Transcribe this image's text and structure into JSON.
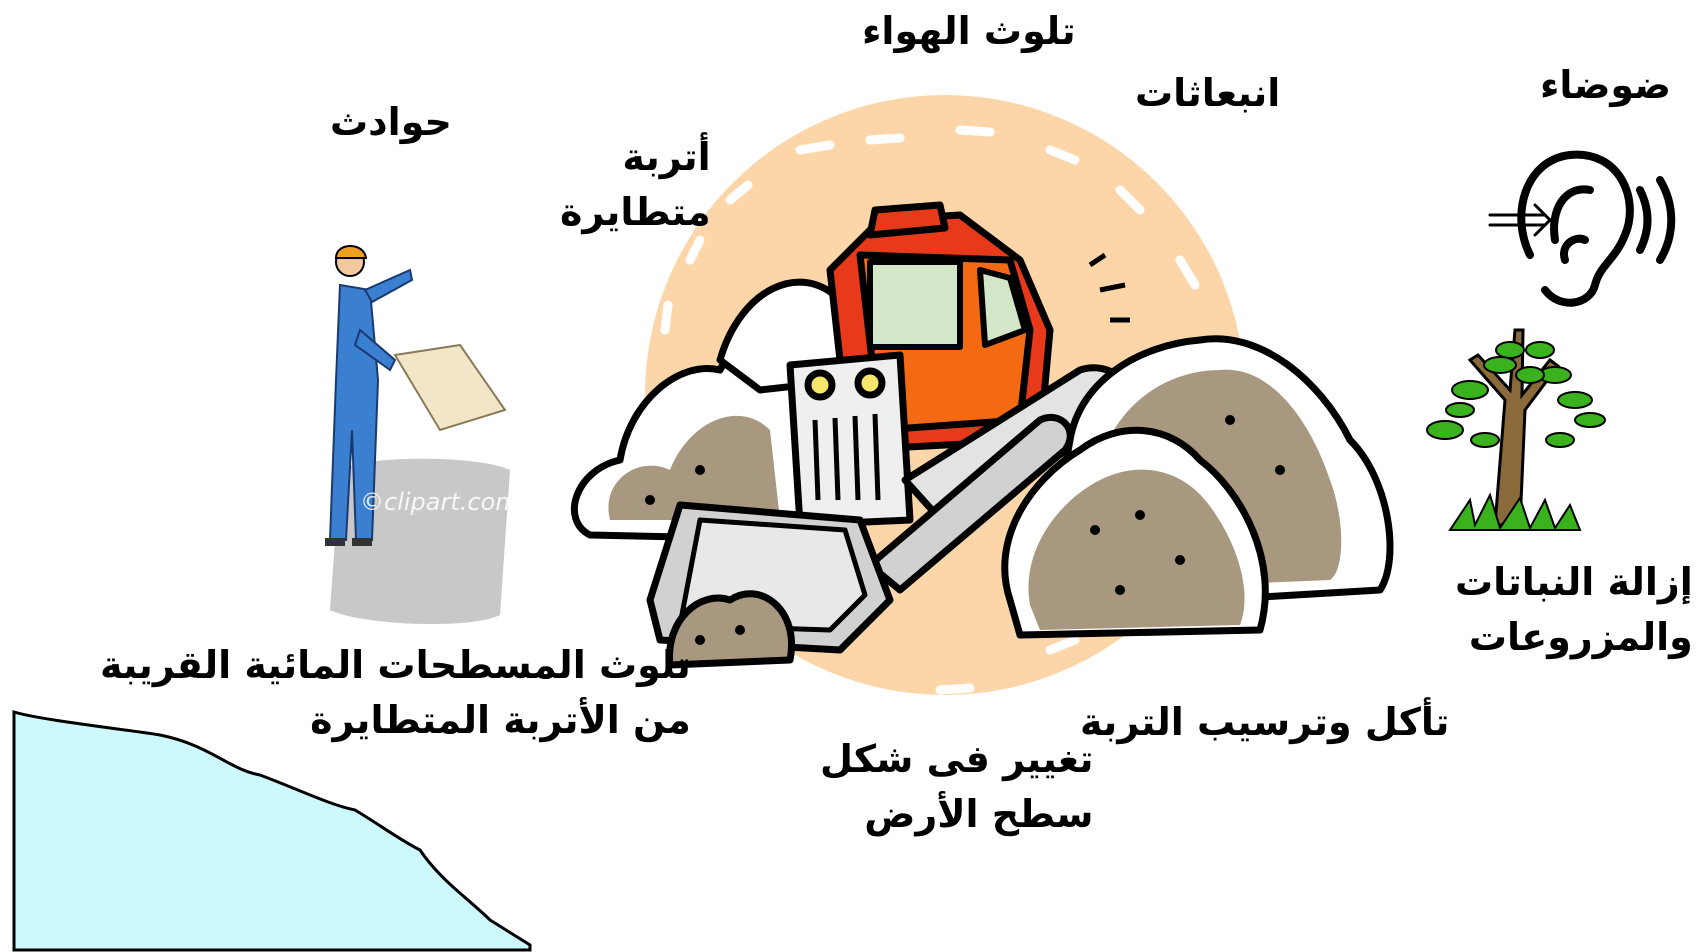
{
  "labels": {
    "air_pollution": "تلوث الهواء",
    "noise": "ضوضاء",
    "emissions": "انبعاثات",
    "accidents": "حوادث",
    "flying_dust": [
      "أتربة",
      "متطايرة"
    ],
    "vegetation_removal": [
      "إزالة النباتات",
      "والمزروعات"
    ],
    "water_pollution": [
      "تلوث المسطحات المائية القريبة",
      "من الأتربة المتطايرة"
    ],
    "land_surface_change": [
      "تغيير فى شكل",
      "سطح الأرض"
    ],
    "soil_erosion": "تأكل وترسيب التربة"
  },
  "watermark": "©clipart.com",
  "icons": {
    "bulldozer": "bulldozer-icon",
    "worker": "construction-worker-icon",
    "ear": "ear-icon",
    "tree": "tree-icon",
    "water": "water-body-icon"
  },
  "colors": {
    "sun_glow": "#fcd6a8",
    "dirt": "#a89880",
    "cab_red": "#e8391a",
    "cab_orange": "#f46a12",
    "window": "#d4e6c8",
    "water": "#cdf9fd",
    "leaf": "#3ab21e",
    "trunk": "#8a6a3a"
  }
}
